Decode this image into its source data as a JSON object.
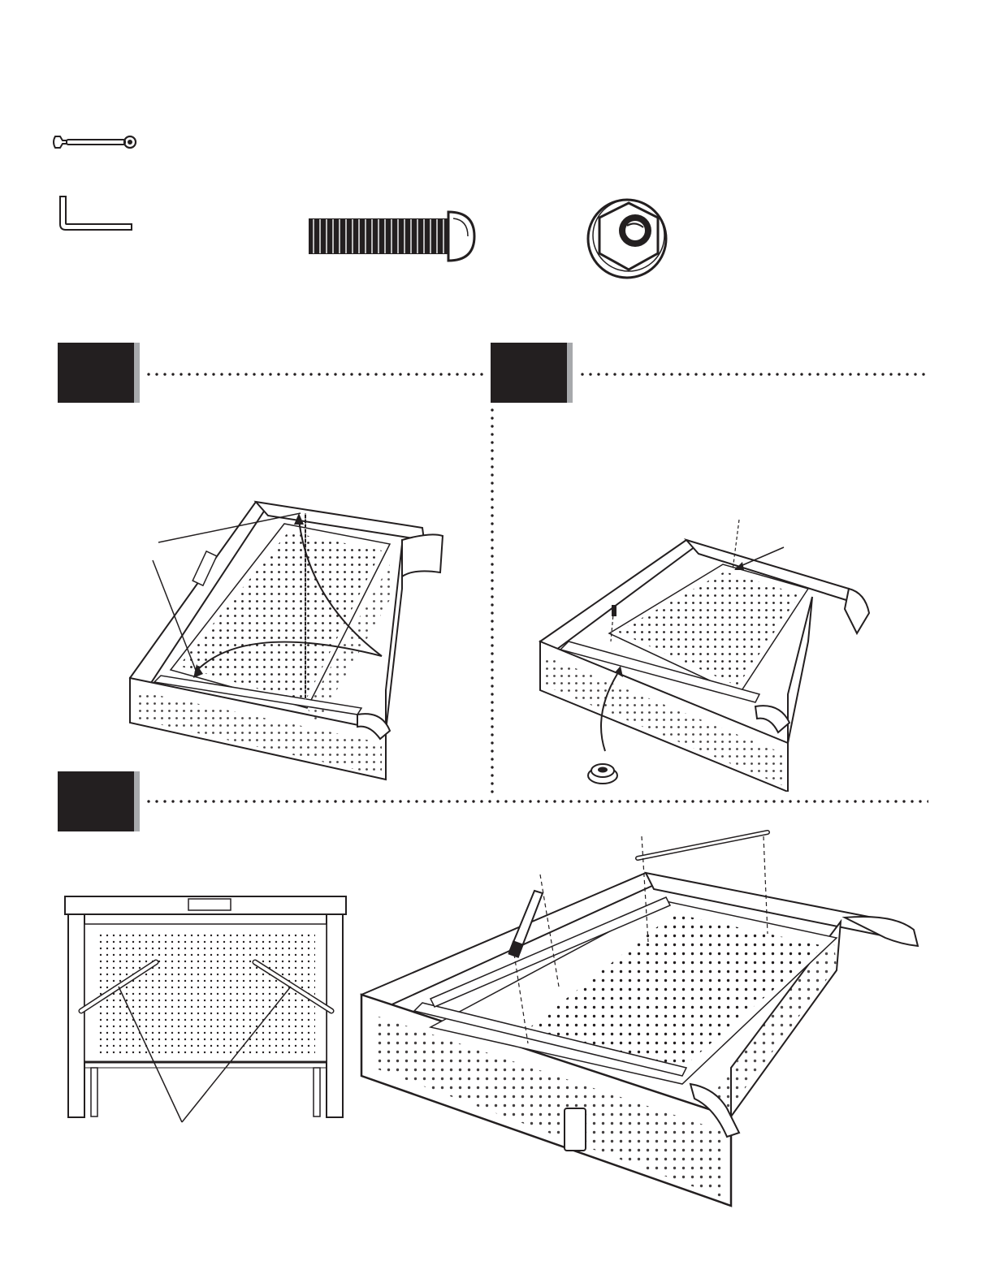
{
  "tools": [
    {
      "name": "wrench-icon"
    },
    {
      "name": "hex-key-icon"
    }
  ],
  "hardware": [
    {
      "name": "button-head-bolt"
    },
    {
      "name": "flange-nut"
    }
  ],
  "steps": [
    {
      "id": "step-a"
    },
    {
      "id": "step-b"
    },
    {
      "id": "step-c"
    }
  ],
  "colors": {
    "ink": "#231f20",
    "badge_shadow": "#a7a9ac",
    "paper": "#ffffff"
  },
  "brand_plate_text": ""
}
